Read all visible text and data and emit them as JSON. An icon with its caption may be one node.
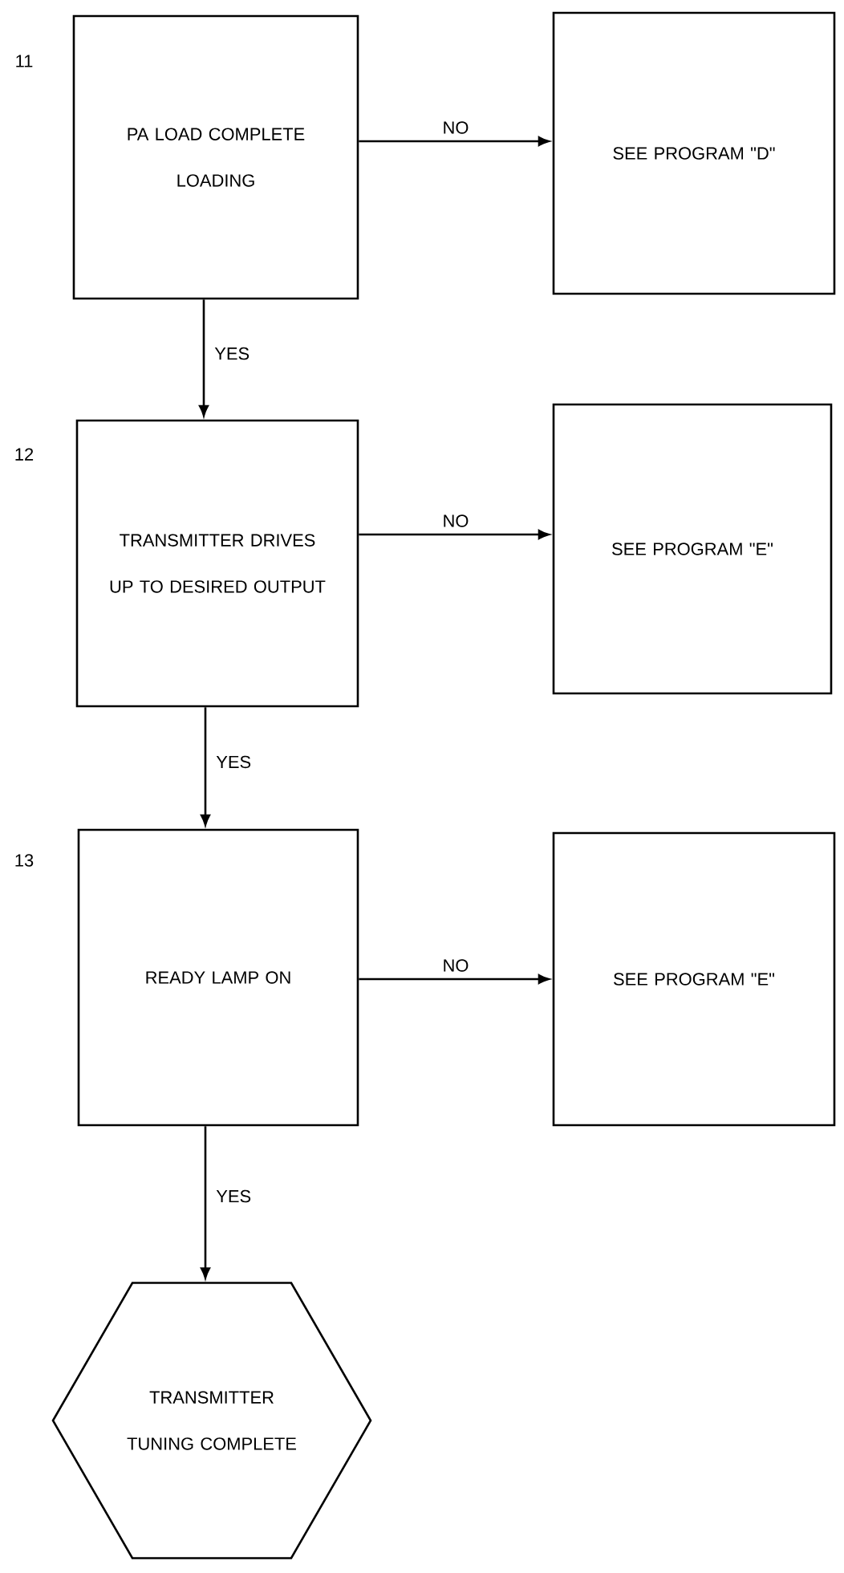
{
  "diagram": {
    "nodes": [
      {
        "text": [
          "PA LOAD COMPLETE LOADING"
        ],
        "beside": [
          "11"
        ]
      },
      {
        "text": [
          "SEE PROGRAM \"D\""
        ]
      },
      {
        "text": [
          "TRANSMITTER DRIVES UP TO DESIRED OUTPUT"
        ],
        "beside": [
          "12"
        ]
      },
      {
        "text": [
          "SEE PROGRAM \"E\""
        ]
      },
      {
        "text": [
          "READY LAMP ON"
        ],
        "beside": [
          "13"
        ]
      },
      {
        "text": [
          "SEE PROGRAM \"E\""
        ]
      },
      {
        "text": [
          "TRANSMITTER TUNING COMPLETE"
        ]
      }
    ],
    "edges": [
      {
        "from": 0,
        "to": 1,
        "arrow": "to",
        "label": "NO"
      },
      {
        "from": 0,
        "to": 2,
        "arrow": "to",
        "label": "YES"
      },
      {
        "from": 2,
        "to": 3,
        "arrow": "to",
        "label": "NO"
      },
      {
        "from": 2,
        "to": 4,
        "arrow": "to",
        "label": "YES"
      },
      {
        "from": 4,
        "to": 5,
        "arrow": "to",
        "label": "NO"
      },
      {
        "from": 4,
        "to": 6,
        "arrow": "to",
        "label": "YES"
      }
    ]
  }
}
